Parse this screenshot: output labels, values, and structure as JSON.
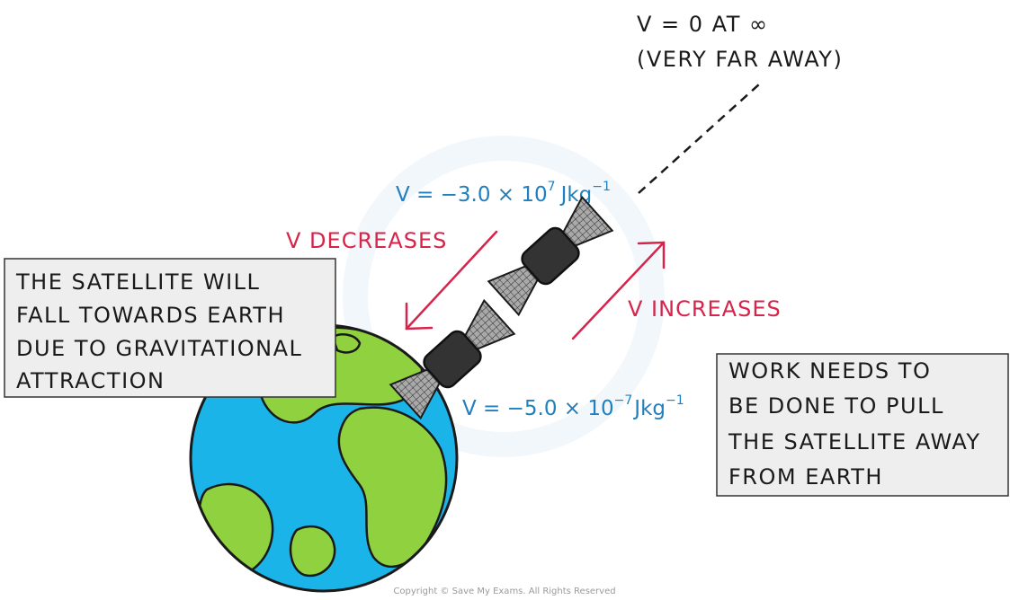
{
  "infinity_label": {
    "line1": "V = 0 AT ∞",
    "line2": "(VERY FAR AWAY)"
  },
  "potential_far": {
    "prefix": "V = −3.0 × 10",
    "exponent": "7",
    "unit": "Jkg",
    "unit_exponent": "−1"
  },
  "potential_near": {
    "prefix": "V = −5.0 × 10",
    "exponent": "−7",
    "unit": "Jkg",
    "unit_exponent": "−1"
  },
  "v_decreases": "V DECREASES",
  "v_increases": "V INCREASES",
  "left_box": {
    "lines": [
      "THE SATELLITE WILL",
      "FALL TOWARDS EARTH",
      "DUE TO GRAVITATIONAL",
      "ATTRACTION"
    ]
  },
  "right_box": {
    "lines": [
      "WORK NEEDS TO",
      "BE DONE TO PULL",
      "THE SATELLITE AWAY",
      "FROM EARTH"
    ]
  },
  "copyright": "Copyright © Save My Exams. All Rights Reserved",
  "colors": {
    "ocean": "#1ab4e8",
    "land": "#8fd13f",
    "box_fill": "#eeeeee",
    "potential_text": "#1f7fbf",
    "arrow_red": "#d6244a",
    "satellite_body": "#333333",
    "panel_fill": "#9a9a9a"
  },
  "icons": [
    "earth-icon",
    "satellite-icon",
    "infinity-icon"
  ]
}
